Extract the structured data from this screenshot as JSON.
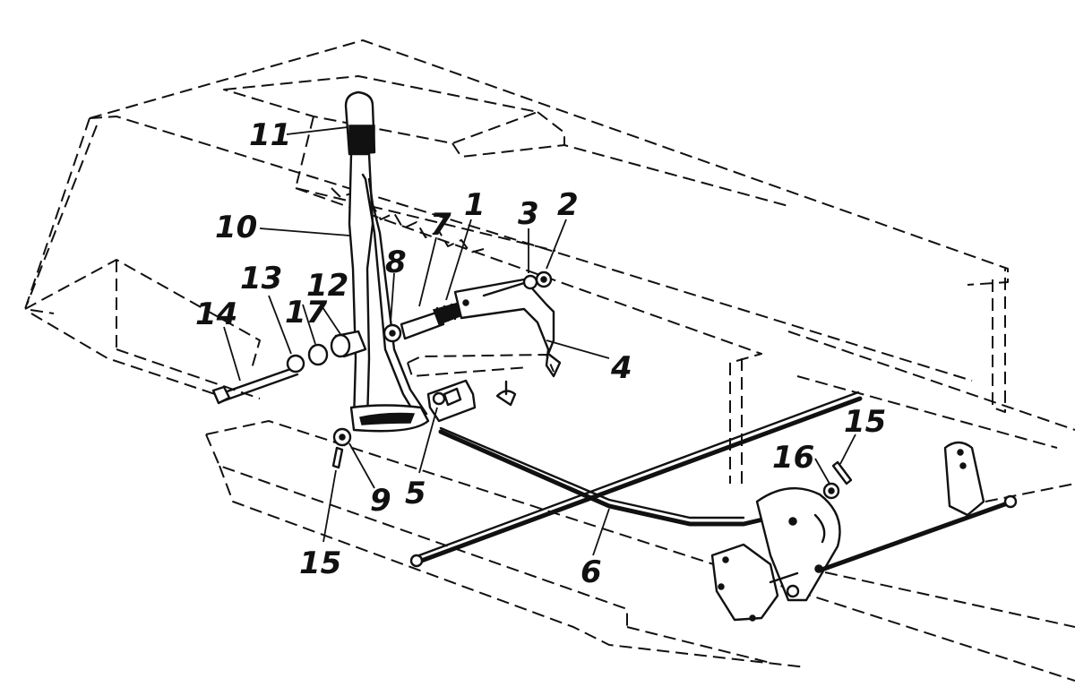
{
  "callouts": {
    "c1": "1",
    "c2": "2",
    "c3": "3",
    "c4": "4",
    "c5": "5",
    "c6": "6",
    "c7": "7",
    "c8": "8",
    "c9": "9",
    "c10": "10",
    "c11": "11",
    "c12": "12",
    "c13": "13",
    "c14": "14",
    "c15a": "15",
    "c15b": "15",
    "c16": "16",
    "c17": "17"
  }
}
